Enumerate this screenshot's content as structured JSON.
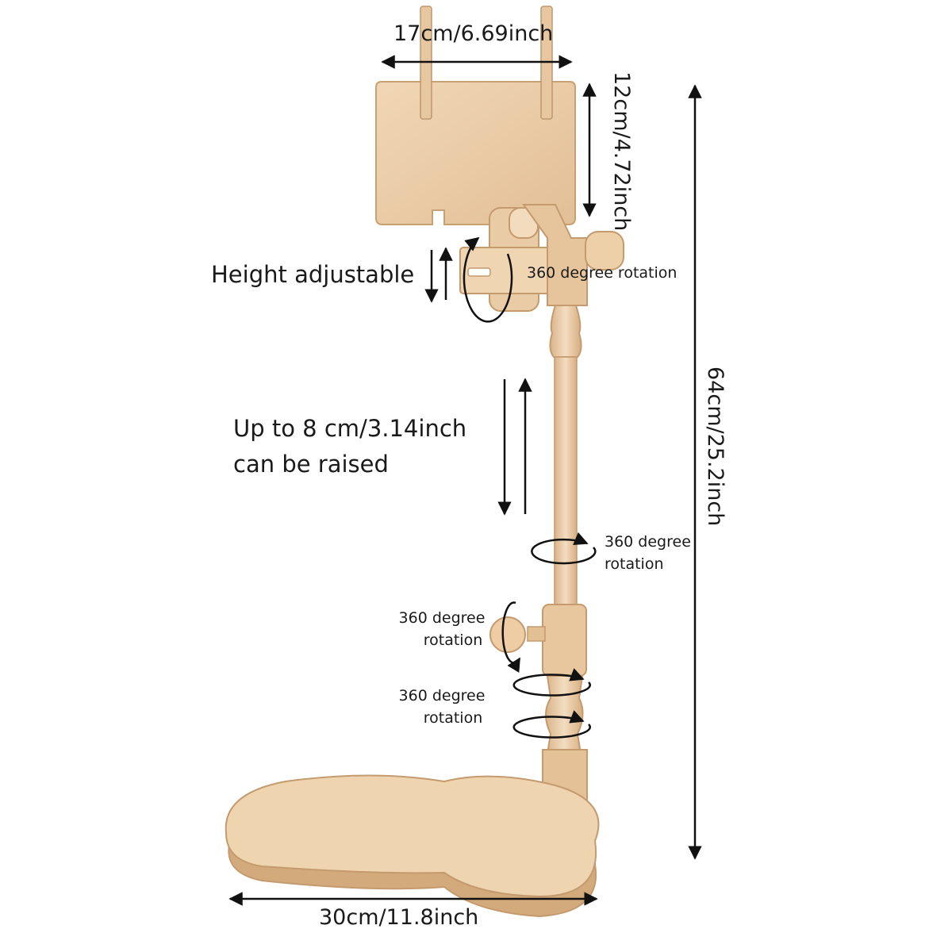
{
  "dimensions": {
    "board_width": "17cm/6.69inch",
    "board_height": "12cm/4.72inch",
    "total_height": "64cm/25.2inch",
    "base_width": "30cm/11.8inch"
  },
  "features": {
    "height_adjustable": "Height adjustable",
    "raise_line1": "Up to 8 cm/3.14inch",
    "raise_line2": "can be raised",
    "rotation_head": "360 degree rotation",
    "rotation_mid_line1": "360 degree",
    "rotation_mid_line2": "rotation",
    "rotation_knob_line1": "360 degree",
    "rotation_knob_line2": "rotation",
    "rotation_lower_line1": "360 degree",
    "rotation_lower_line2": "rotation"
  },
  "colors": {
    "wood_light": "#f0d7b5",
    "wood_mid": "#e4c39a",
    "wood_dark": "#c9a173",
    "line": "#111111"
  }
}
